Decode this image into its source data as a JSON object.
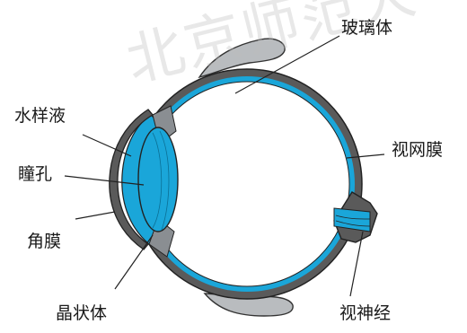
{
  "labels": {
    "vitreous": "玻璃体",
    "aqueous": "水样液",
    "retina": "视网膜",
    "pupil": "瞳孔",
    "cornea": "角膜",
    "optic_nerve": "视神经",
    "lens": "晶状体"
  },
  "watermark": "北京师范大",
  "colors": {
    "accent": "#1aa6d9",
    "wall": "#5a5a5a",
    "muscle": "#b9bcbf"
  }
}
